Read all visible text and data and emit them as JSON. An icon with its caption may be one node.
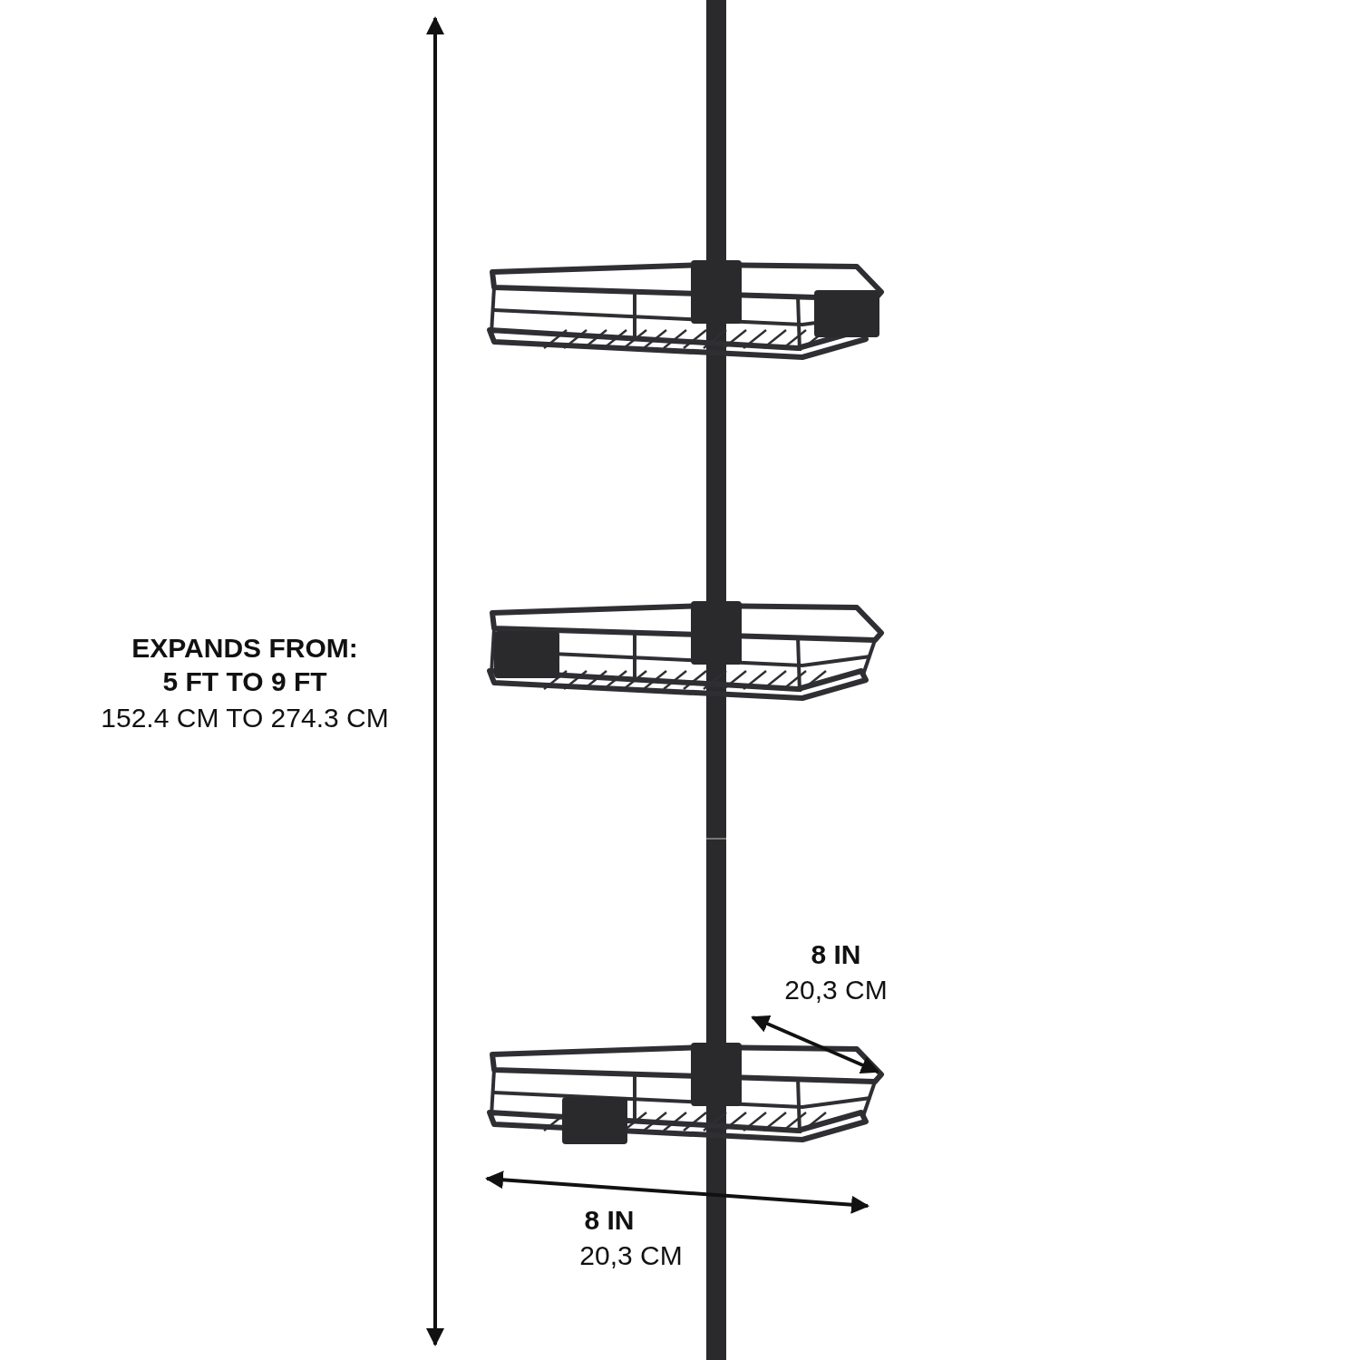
{
  "diagram": {
    "labels": [
      "EXPANDS FROM:",
      "5 FT TO 9 FT",
      "152.4 CM TO 274.3 CM",
      "8 IN",
      "20,3 CM",
      "8 IN",
      "20,3 CM"
    ]
  }
}
